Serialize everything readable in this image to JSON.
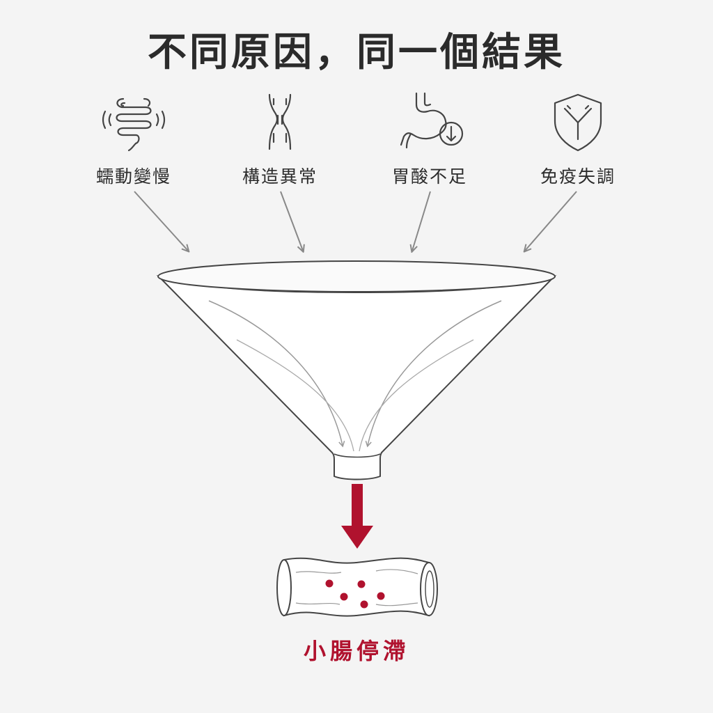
{
  "title": "不同原因，同一個結果",
  "causes": [
    {
      "label": "蠕動變慢",
      "icon": "intestine-icon"
    },
    {
      "label": "構造異常",
      "icon": "narrowed-tube-icon"
    },
    {
      "label": "胃酸不足",
      "icon": "stomach-down-icon"
    },
    {
      "label": "免疫失調",
      "icon": "shield-antibody-icon"
    }
  ],
  "result": {
    "label": "小腸停滯",
    "icon": "small-intestine-icon"
  },
  "colors": {
    "text": "#2b2b2b",
    "accent": "#b0122e",
    "line": "#444444",
    "arrow_gray": "#888888",
    "background": "#f4f4f4"
  }
}
